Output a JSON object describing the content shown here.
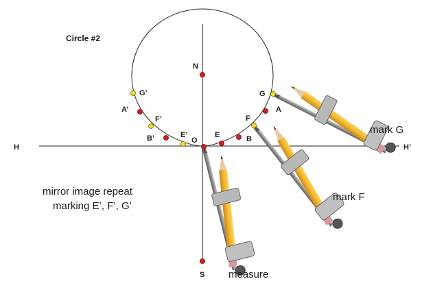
{
  "title": "Circle #2",
  "axis_labels": {
    "H": "H",
    "H_prime": "H’",
    "N": "N",
    "S": "S",
    "O": "O"
  },
  "point_labels": {
    "A": "A",
    "A_prime": "A’",
    "B": "B",
    "B_prime": "B’",
    "E": "E",
    "E_prime": "E’",
    "F": "F",
    "F_prime": "F’",
    "G": "G",
    "G_prime": "G’"
  },
  "captions": {
    "mark_g": "mark G",
    "mark_f": "mark F",
    "measure": "measure",
    "mirror_line1": "mirror image repeat",
    "mirror_line2": "marking E’, F’, G’"
  },
  "colors": {
    "red_point": "#d42020",
    "yellow_point": "#f0e020",
    "pencil_body": "#f2b732",
    "pencil_tip": "#e8c9a0",
    "compass_metal": "#8a8a8a",
    "line": "#222222"
  },
  "icons": [
    "compass-icon",
    "pencil-icon"
  ]
}
